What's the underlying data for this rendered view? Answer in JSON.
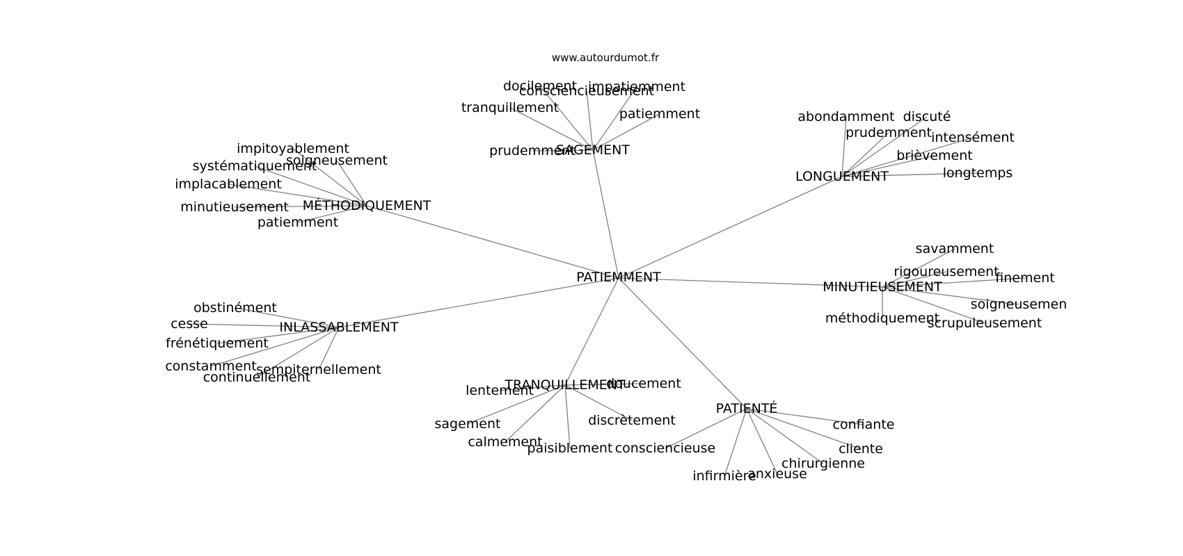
{
  "source_text": "www.autourdumot.fr",
  "center": "PATIEMMENT",
  "clusters": [
    {
      "hub": "SAGEMENT",
      "leaves": [
        "docilement",
        "consciencieusement",
        "impatiemment",
        "tranquillement",
        "patiemment",
        "prudemment"
      ]
    },
    {
      "hub": "LONGUEMENT",
      "leaves": [
        "abondamment",
        "discuté",
        "prudemment",
        "intensément",
        "brièvement",
        "longtemps"
      ]
    },
    {
      "hub": "MÉTHODIQUEMENT",
      "leaves": [
        "impitoyablement",
        "soigneusement",
        "systématiquement",
        "implacablement",
        "minutieusement",
        "patiemment"
      ]
    },
    {
      "hub": "MINUTIEUSEMENT",
      "leaves": [
        "savamment",
        "rigoureusement",
        "finement",
        "soigneusemen",
        "scrupuleusement",
        "méthodiquement"
      ]
    },
    {
      "hub": "INLASSABLEMENT",
      "leaves": [
        "obstinément",
        "cesse",
        "frénétiquement",
        "constamment",
        "sempiternellement",
        "continuellement"
      ]
    },
    {
      "hub": "TRANQUILLEMENT",
      "leaves": [
        "lentement",
        "doucement",
        "sagement",
        "discrètement",
        "calmement",
        "paisiblement"
      ]
    },
    {
      "hub": "PATIENTÉ",
      "leaves": [
        "confiante",
        "consciencieuse",
        "cliente",
        "chirurgienne",
        "anxieuse",
        "infirmière"
      ]
    }
  ]
}
